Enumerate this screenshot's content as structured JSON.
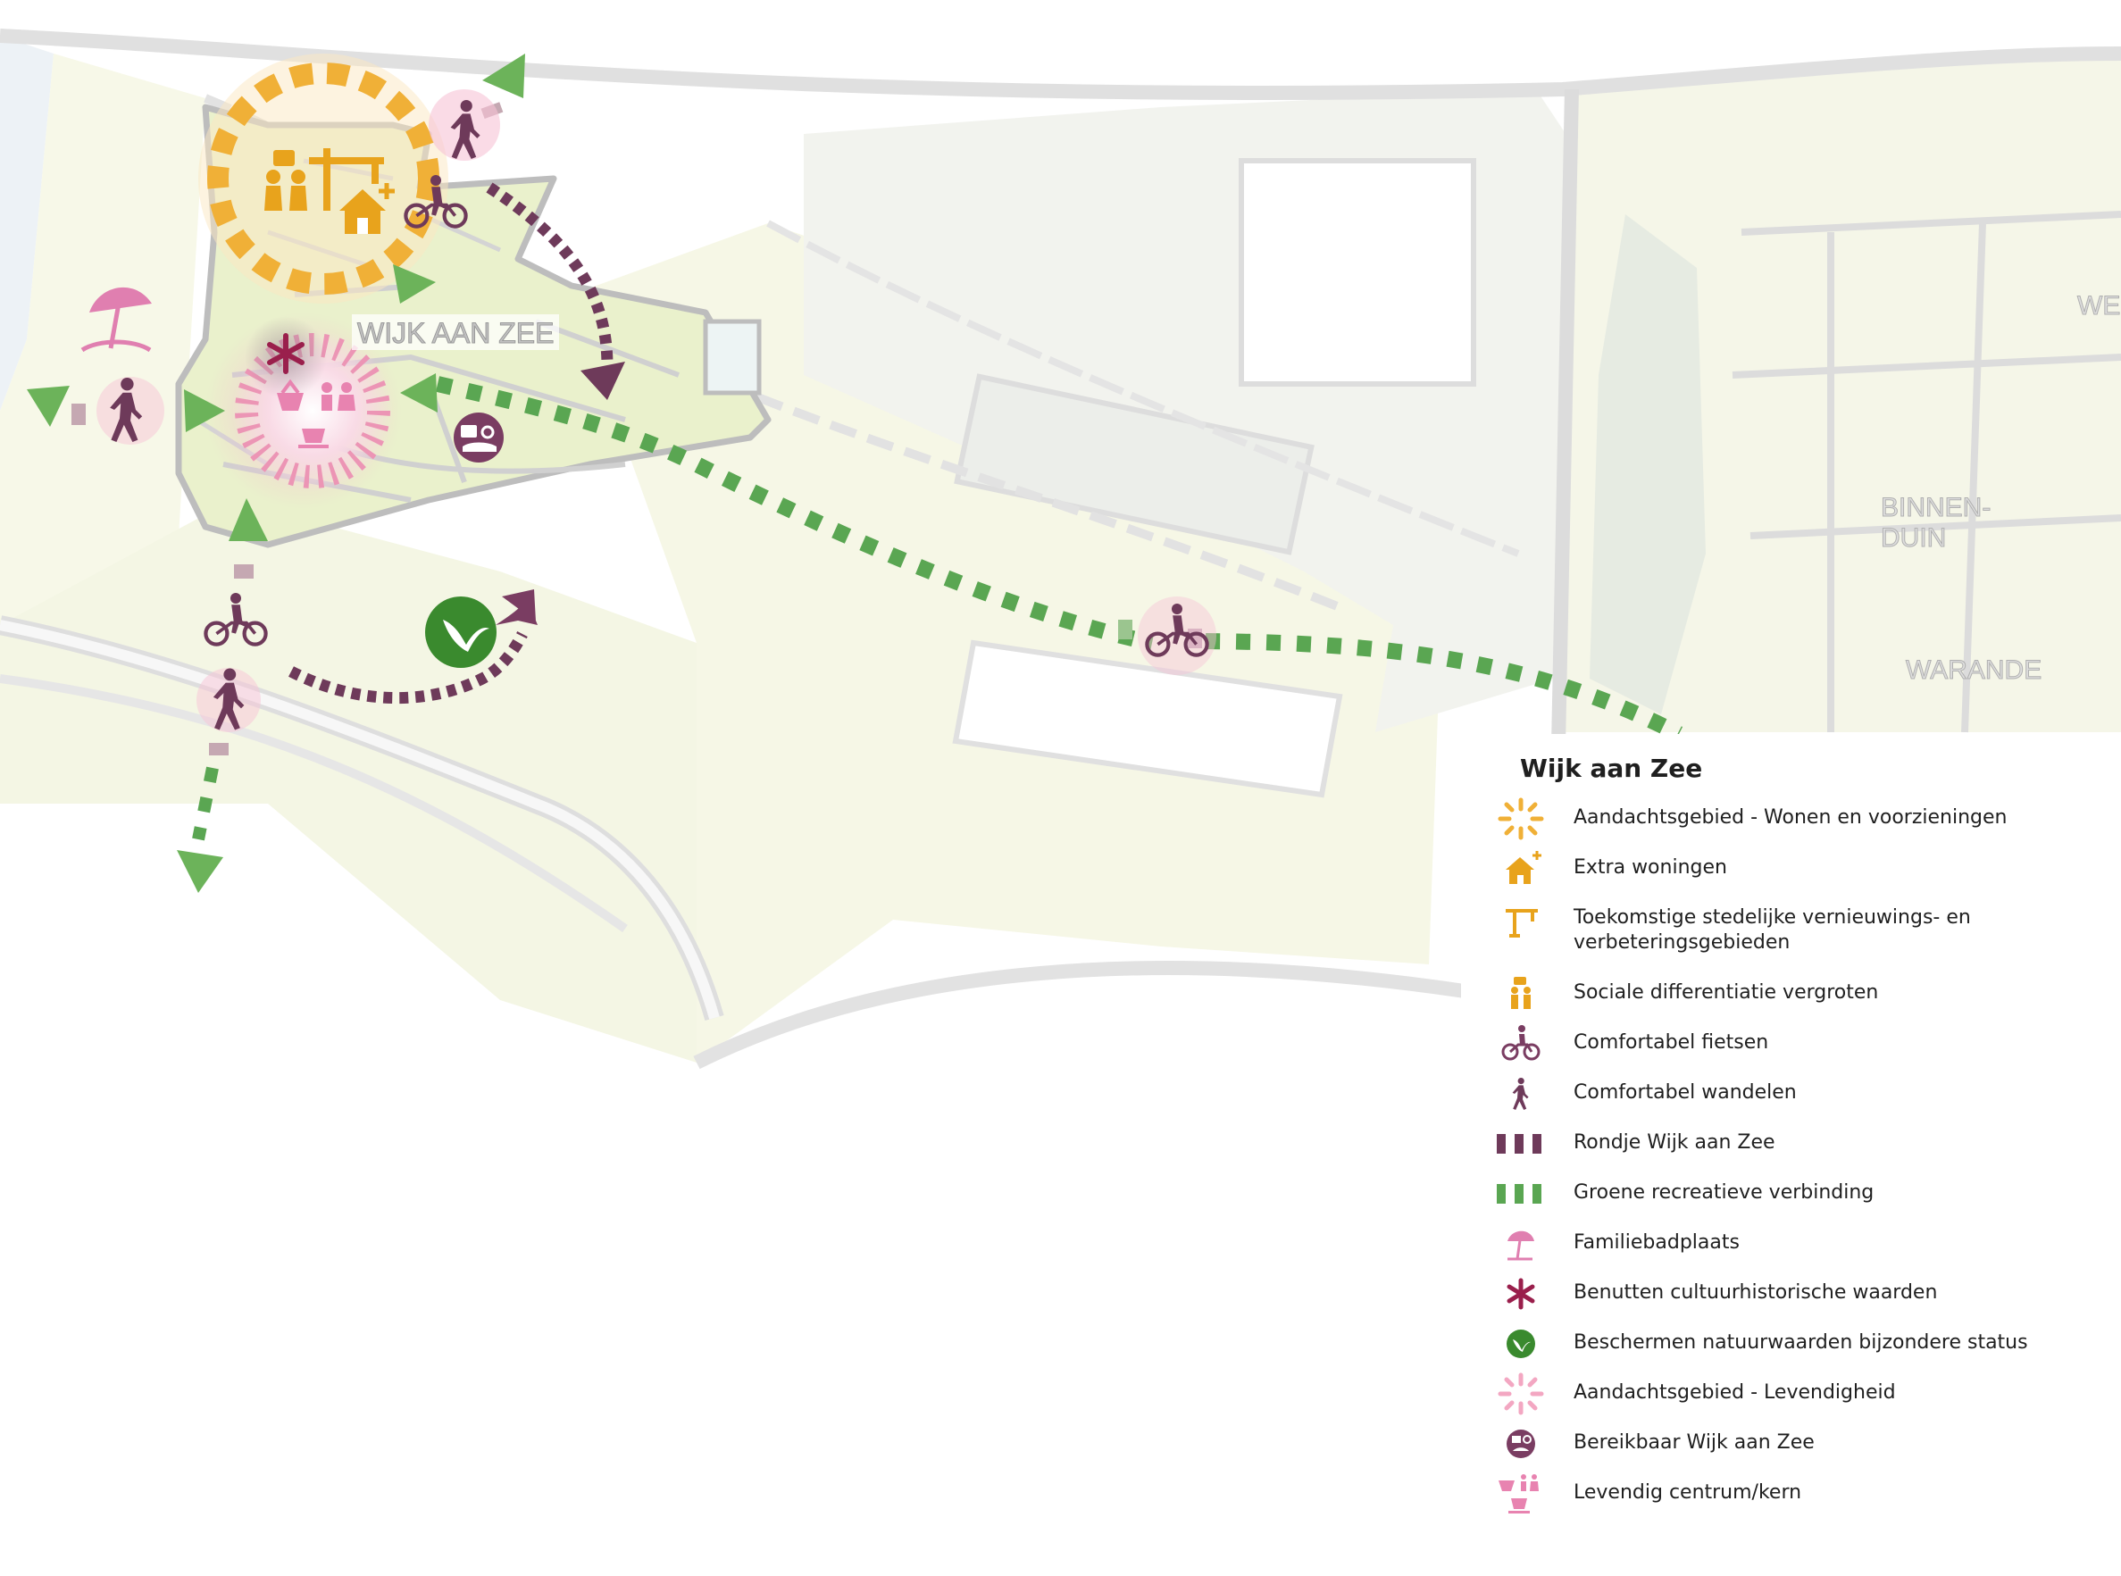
{
  "map": {
    "place_labels": [
      "WIJK AAN ZEE",
      "BINNEN-",
      "DUIN",
      "WARANDE",
      "WE"
    ],
    "colors": {
      "route_purple": "#6e3a5a",
      "route_green": "#5aa652",
      "arrow_green": "#6cb35a",
      "attention_orange": "#f0b037",
      "icon_orange": "#e8a31c",
      "liveliness_pink": "#e98aa8",
      "beach_pink": "#e07fb0",
      "nature_green": "#3a8a2e",
      "heritage_red": "#9a1f4c",
      "village_green": "#e8f0c8",
      "dune_yellow": "#f4f6dc"
    }
  },
  "legend": {
    "title": "Wijk aan Zee",
    "items": [
      {
        "icon": "attention-orange-icon",
        "label": "Aandachtsgebied - Wonen en voorzieningen"
      },
      {
        "icon": "house-plus-icon",
        "label": "Extra woningen"
      },
      {
        "icon": "crane-icon",
        "label": "Toekomstige stedelijke vernieuwings- en verbeteringsgebieden"
      },
      {
        "icon": "people-icon",
        "label": "Sociale differentiatie vergroten"
      },
      {
        "icon": "bicycle-icon",
        "label": "Comfortabel fietsen"
      },
      {
        "icon": "walker-icon",
        "label": "Comfortabel wandelen"
      },
      {
        "icon": "purple-dash-icon",
        "label": "Rondje Wijk aan Zee"
      },
      {
        "icon": "green-dash-icon",
        "label": "Groene recreatieve verbinding"
      },
      {
        "icon": "beach-umbrella-icon",
        "label": "Familiebadplaats"
      },
      {
        "icon": "heritage-asterisk-icon",
        "label": "Benutten cultuurhistorische waarden"
      },
      {
        "icon": "nature-bird-icon",
        "label": "Beschermen natuurwaarden bijzondere status"
      },
      {
        "icon": "attention-pink-icon",
        "label": "Aandachtsgebied - Levendigheid"
      },
      {
        "icon": "transport-icon",
        "label": "Bereikbaar Wijk aan Zee"
      },
      {
        "icon": "center-icon",
        "label": "Levendig centrum/kern"
      }
    ]
  }
}
